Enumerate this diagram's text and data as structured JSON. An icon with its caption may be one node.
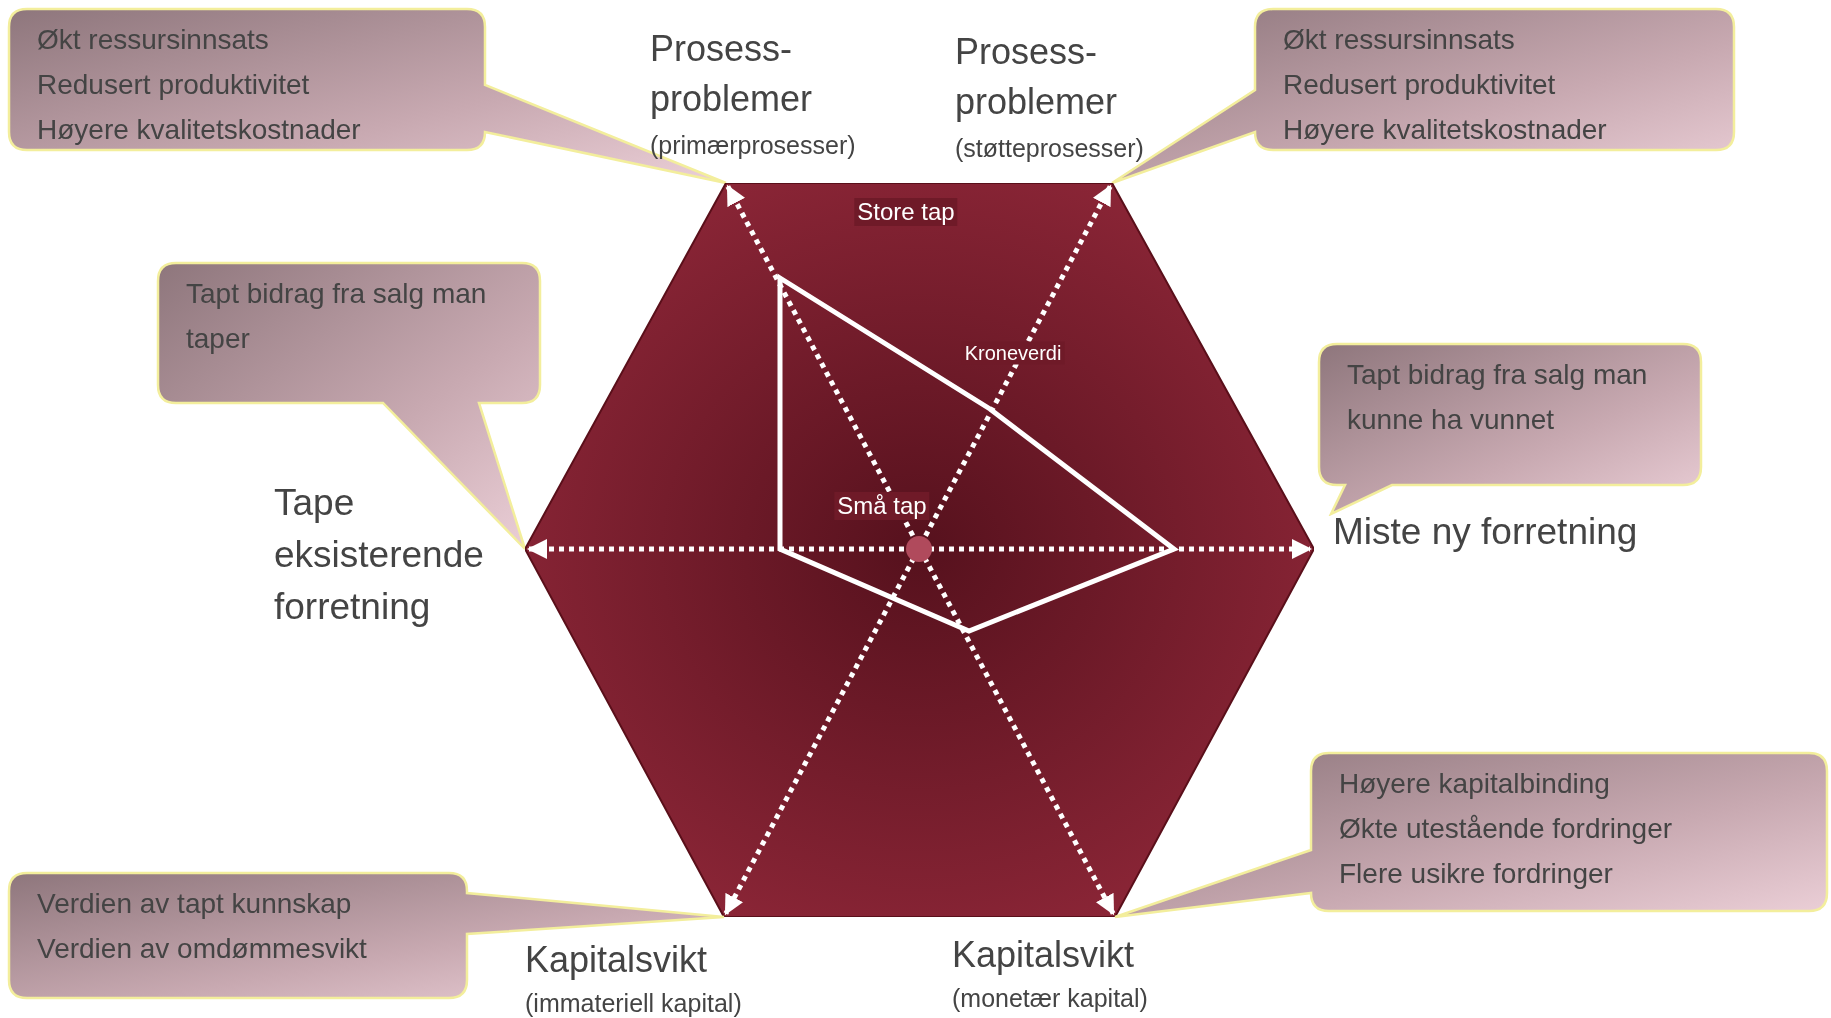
{
  "diagram": {
    "nodes": [
      {
        "text": [
          "Økt ressursinnsats",
          "Redusert produktivitet",
          "Høyere kvalitetskostnader"
        ]
      },
      {
        "text": [
          "Økt ressursinnsats",
          "Redusert produktivitet",
          "Høyere kvalitetskostnader"
        ]
      },
      {
        "text": [
          "Tapt bidrag fra salg man taper"
        ]
      },
      {
        "text": [
          "Store tap",
          "Kroneverdi",
          "Små tap"
        ]
      },
      {
        "text": [
          "Tapt bidrag fra salg man kunne ha vunnet"
        ]
      },
      {
        "text": [
          "Høyere kapitalbinding",
          "Økte utestående fordringer",
          "Flere usikre fordringer"
        ]
      },
      {
        "text": [
          "Verdien av tapt kunnskap",
          "Verdien av omdømmesvikt"
        ]
      }
    ],
    "labels": [
      "Prosess- problemer",
      "(primærprosesser)",
      "Prosess- problemer",
      "(støtteprosesser)",
      "Tape eksisterende forretning",
      "Miste ny forretning",
      "Kapitalsvikt",
      "(immateriell kapital)",
      "Kapitalsvikt",
      "(monetær kapital)"
    ]
  }
}
